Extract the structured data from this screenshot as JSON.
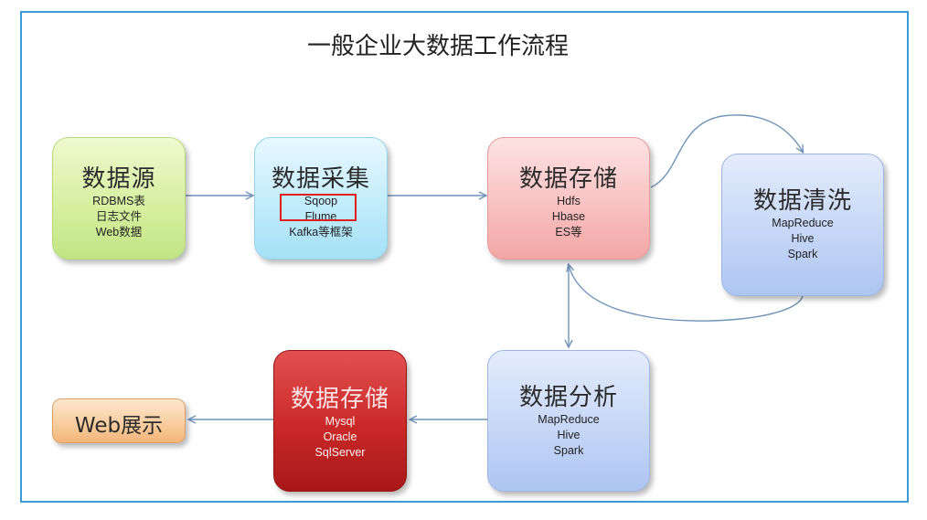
{
  "title": "一般企业大数据工作流程",
  "nodes": {
    "source": {
      "heading": "数据源",
      "lines": [
        "RDBMS表",
        "日志文件",
        "Web数据"
      ]
    },
    "collect": {
      "heading": "数据采集",
      "lines": [
        "Sqoop",
        "Flume",
        "Kafka等框架"
      ]
    },
    "store1": {
      "heading": "数据存储",
      "lines": [
        "Hdfs",
        "Hbase",
        "ES等"
      ]
    },
    "clean": {
      "heading": "数据清洗",
      "lines": [
        "MapReduce",
        "Hive",
        "Spark"
      ]
    },
    "analyze": {
      "heading": "数据分析",
      "lines": [
        "MapReduce",
        "Hive",
        "Spark"
      ]
    },
    "store2": {
      "heading": "数据存储",
      "lines": [
        "Mysql",
        "Oracle",
        "SqlServer"
      ]
    },
    "web": {
      "heading": "Web展示"
    }
  },
  "colors": {
    "border": "#3c9ad6",
    "arrow": "#6f93b8",
    "highlight": "#e02020",
    "source": "#d7f0a2",
    "collect": "#c2ecfb",
    "store1": "#f9c2c2",
    "clean": "#c6d7f7",
    "analyze": "#c6d7f7",
    "store2": "#c92828",
    "web": "#f9cc9c"
  }
}
